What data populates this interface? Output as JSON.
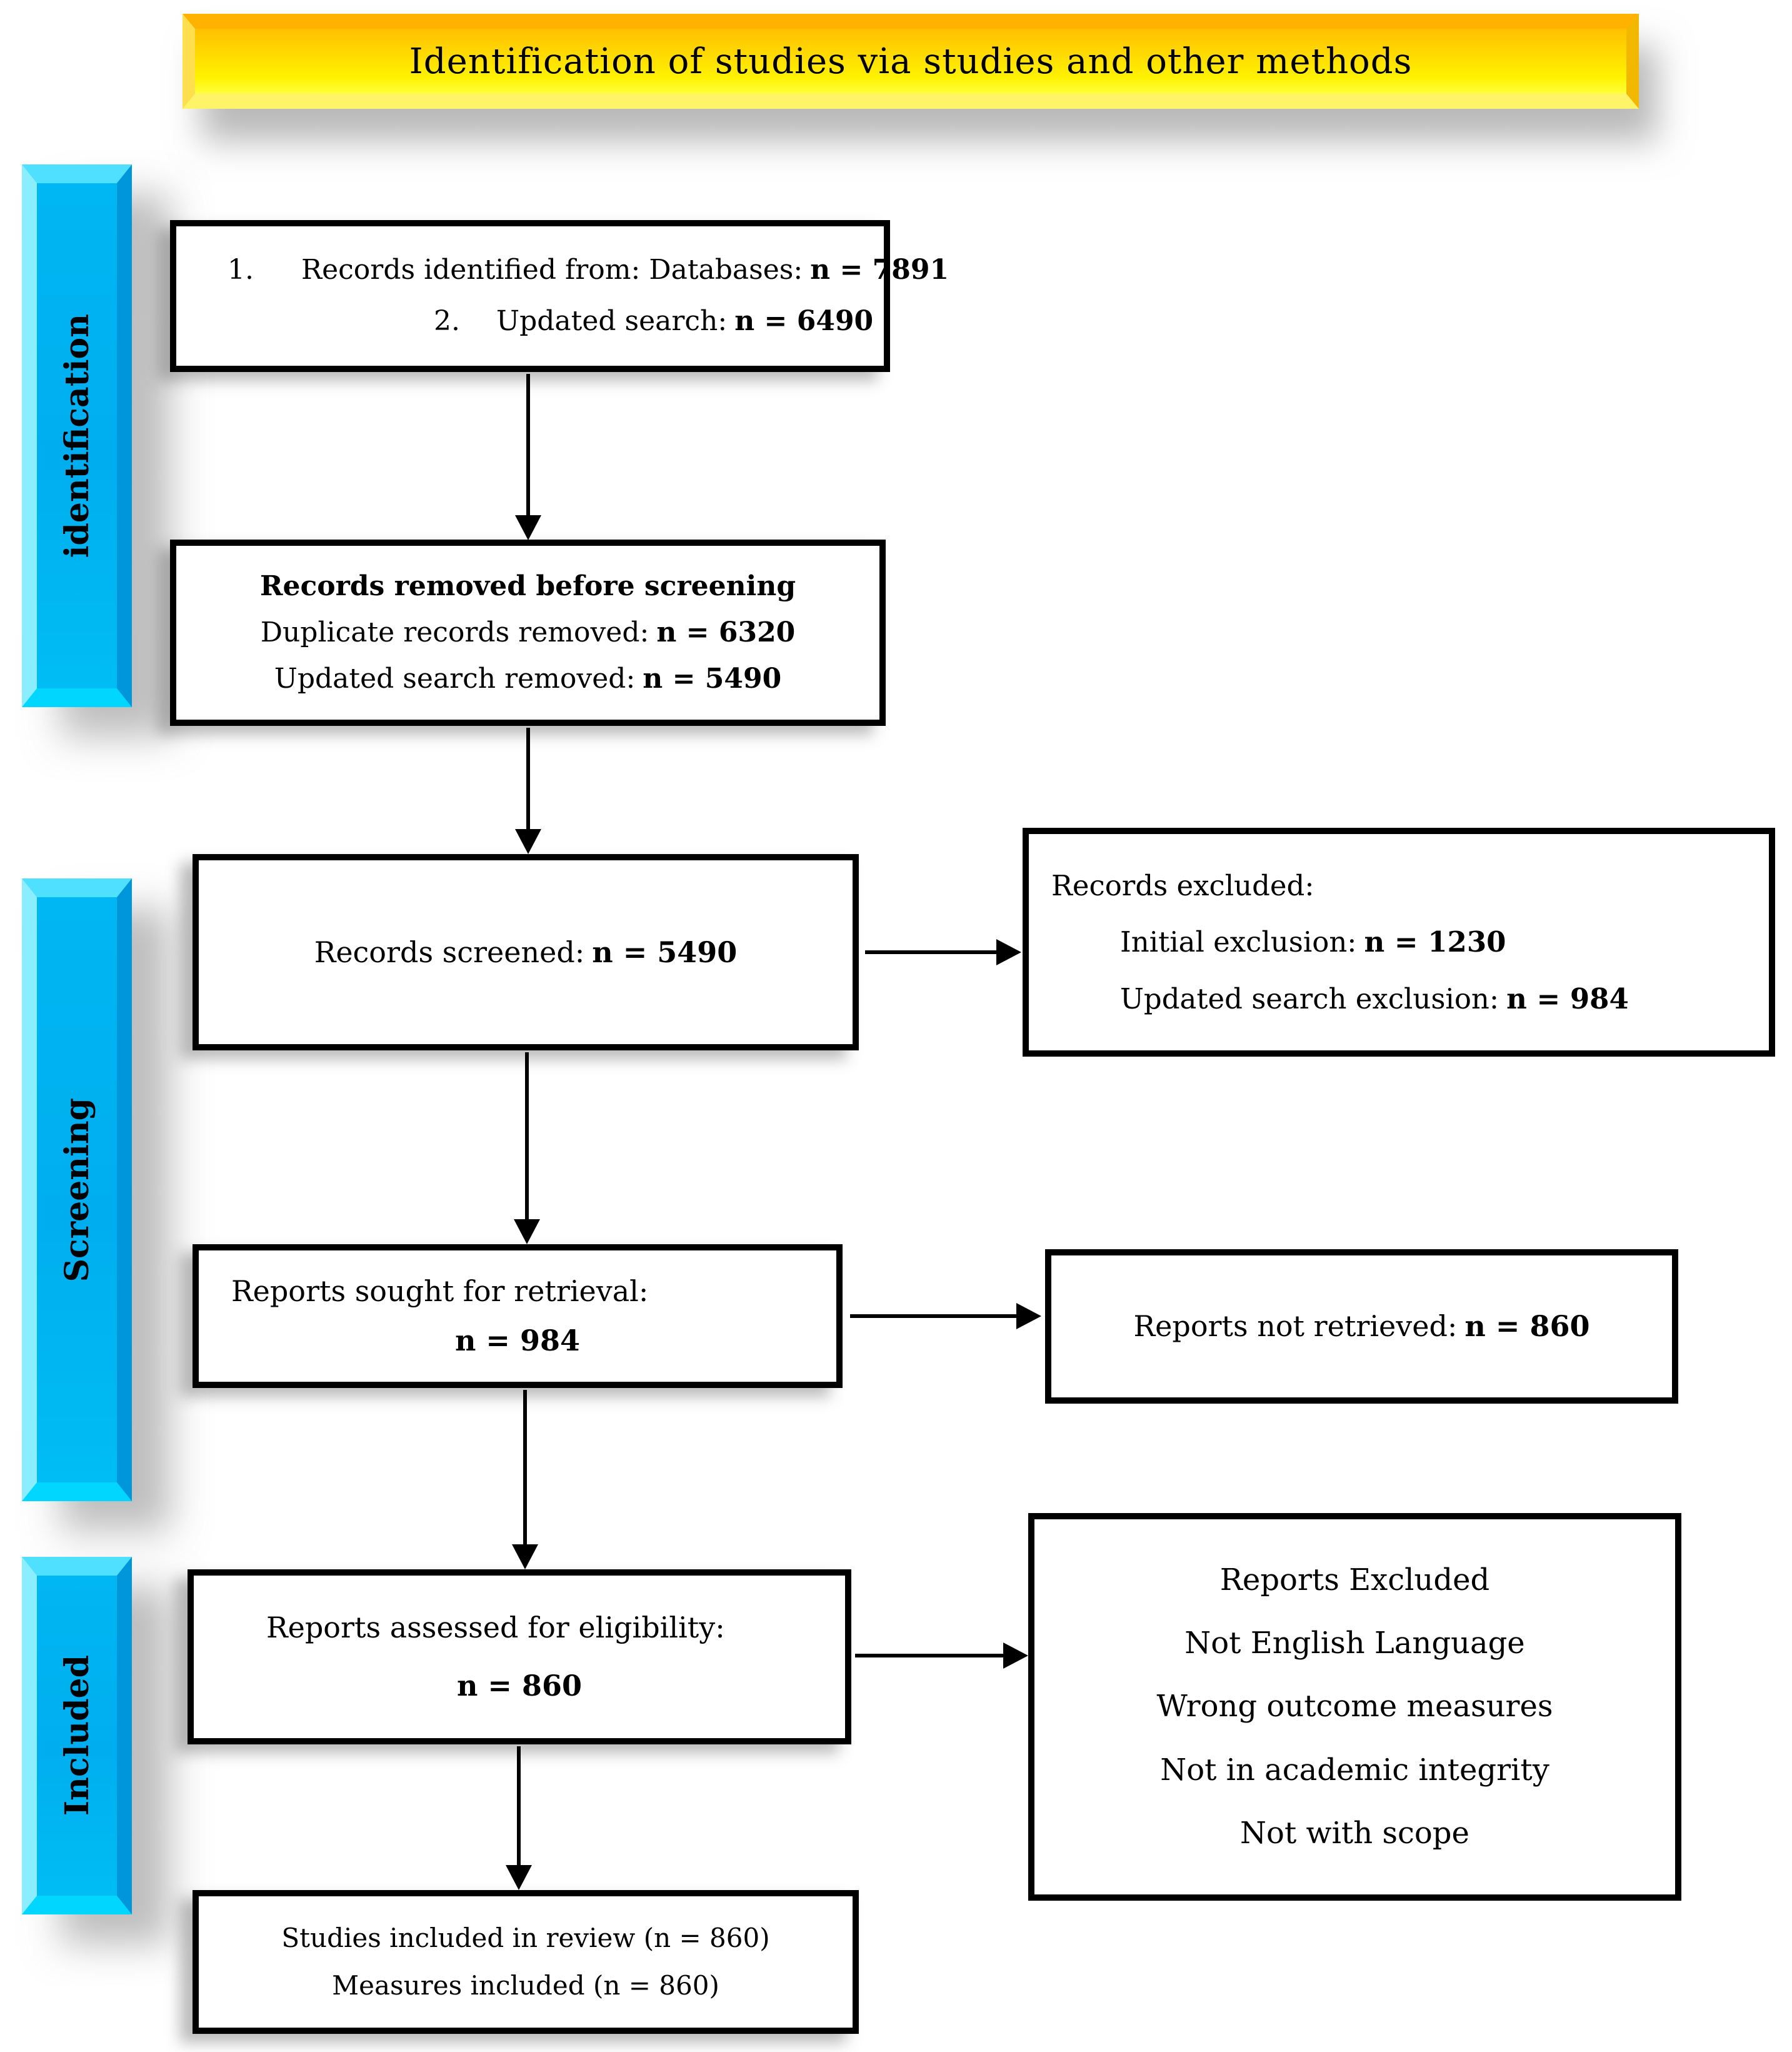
{
  "title": {
    "text": "Identification of studies via studies and other methods"
  },
  "colors": {
    "banner_yellow": "#FFE000",
    "banner_cyan": "#00AEEF",
    "box_border": "#000000",
    "arrow": "#000000"
  },
  "sidebar": {
    "items": [
      {
        "label": "identification"
      },
      {
        "label": "Screening"
      },
      {
        "label": "Included"
      }
    ]
  },
  "boxes": {
    "identified": {
      "num1": "1.",
      "label1": "Records identified from: Databases:",
      "value1": "n = 7891",
      "num2": "2.",
      "label2": "Updated search:",
      "value2": "n = 6490"
    },
    "removed": {
      "title": "Records removed before screening",
      "label1": "Duplicate records removed:",
      "value1": "n = 6320",
      "label2": "Updated search removed:",
      "value2": "n = 5490"
    },
    "screened": {
      "label": "Records screened:",
      "value": "n = 5490"
    },
    "records_excluded": {
      "title": "Records excluded:",
      "label1": "Initial exclusion:",
      "value1": "n = 1230",
      "label2": "Updated search exclusion:",
      "value2": "n = 984"
    },
    "sought": {
      "label": "Reports sought for retrieval:",
      "value": "n = 984"
    },
    "not_retrieved": {
      "label": "Reports not retrieved:",
      "value": "n = 860"
    },
    "assessed": {
      "label": "Reports assessed for eligibility:",
      "value": "n = 860"
    },
    "reports_excluded": {
      "lines": [
        "Reports Excluded",
        "Not English Language",
        "Wrong outcome measures",
        "Not in academic integrity",
        "Not with scope"
      ]
    },
    "included_final": {
      "line1": "Studies included in review (n = 860)",
      "line2": "Measures included (n = 860)"
    }
  }
}
